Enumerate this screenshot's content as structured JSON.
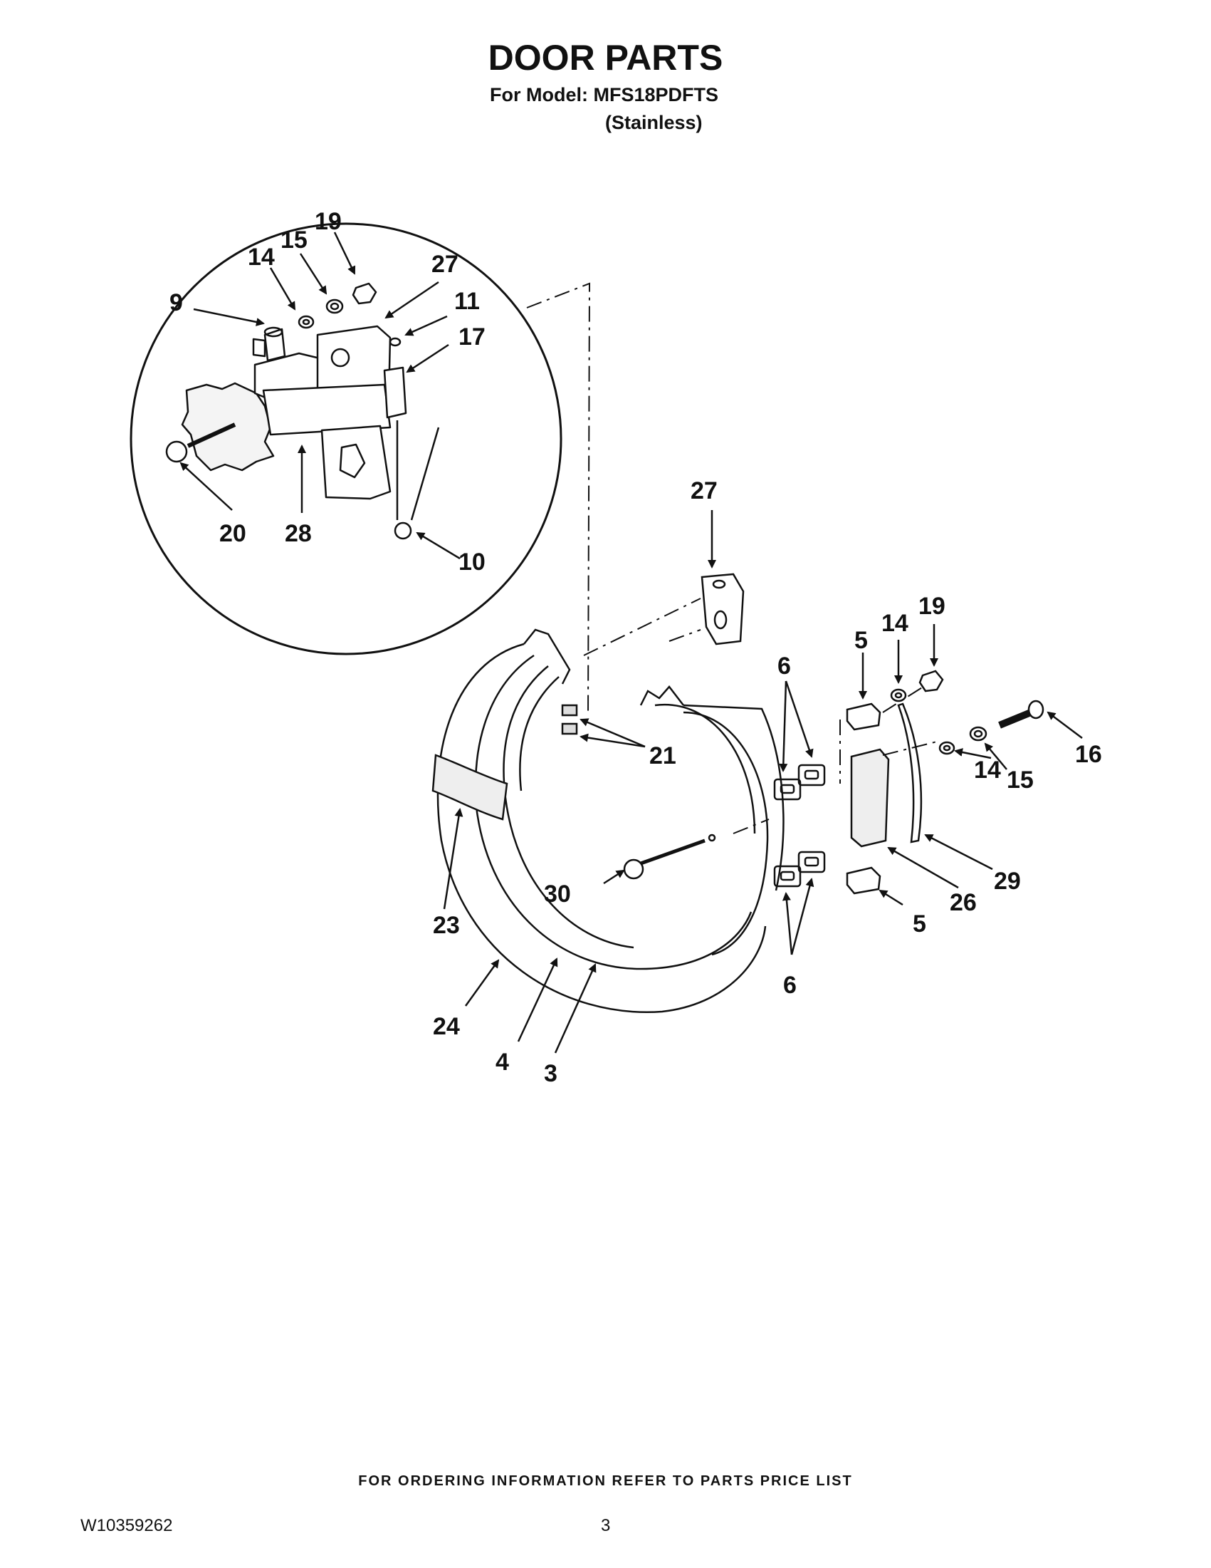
{
  "header": {
    "title": "DOOR PARTS",
    "model_line": "For Model: MFS18PDFTS",
    "variant": "(Stainless)"
  },
  "footer": {
    "ordering_info": "FOR ORDERING INFORMATION REFER TO PARTS PRICE LIST",
    "document_number": "W10359262",
    "page_number": "3"
  },
  "callouts": {
    "c9": "9",
    "c14a": "14",
    "c15a": "15",
    "c19a": "19",
    "c27a": "27",
    "c11": "11",
    "c17": "17",
    "c20": "20",
    "c28": "28",
    "c10": "10",
    "c27b": "27",
    "c5a": "5",
    "c14b": "14",
    "c19b": "19",
    "c6a": "6",
    "c21": "21",
    "c16": "16",
    "c15b": "15",
    "c14c": "14",
    "c23": "23",
    "c30": "30",
    "c29": "29",
    "c26": "26",
    "c5b": "5",
    "c6b": "6",
    "c24": "24",
    "c4": "4",
    "c3": "3"
  }
}
